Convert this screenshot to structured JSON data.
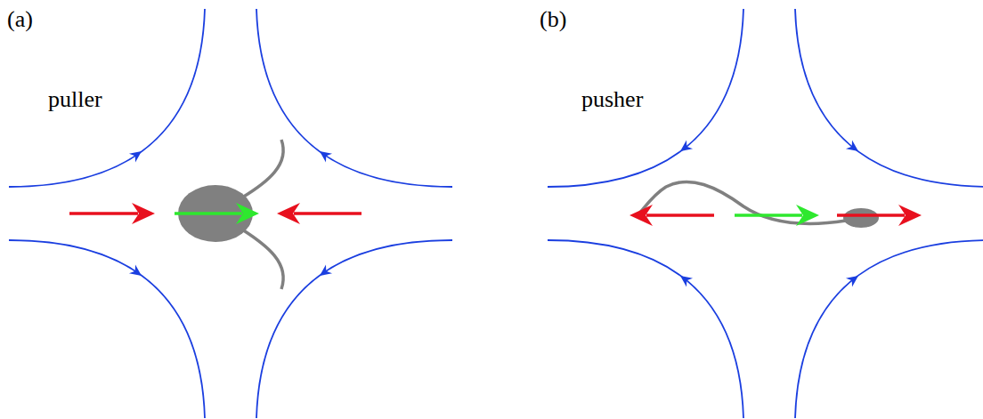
{
  "diagram": {
    "labels": [
      "(a)",
      "puller",
      "(b)",
      "pusher"
    ]
  }
}
